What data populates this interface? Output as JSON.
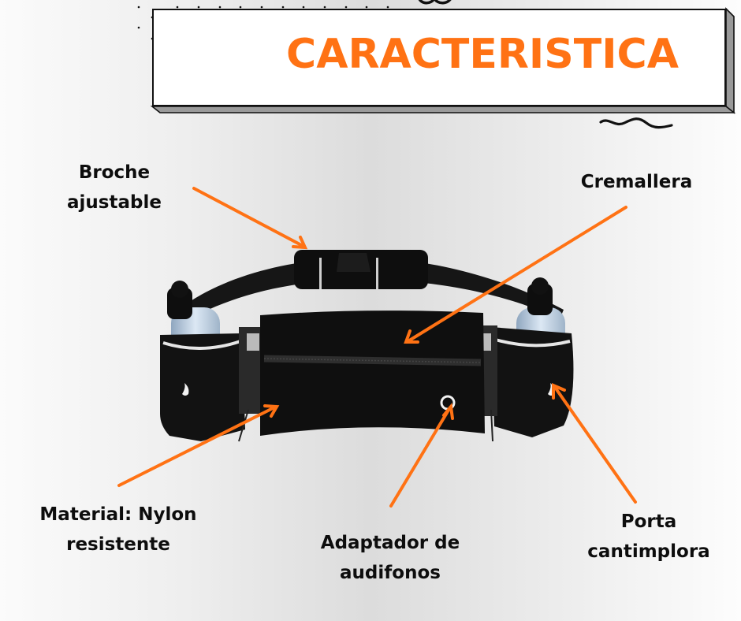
{
  "header": {
    "title": "CARACTERISTICA",
    "accent_color": "#ff7214",
    "decorations": [
      "dot-grid-icon",
      "wave-squiggle-icon",
      "loop-scribble-icon"
    ]
  },
  "product": {
    "name": "running-belt-with-bottles",
    "color": "#111111",
    "bottle_color": "#c9d9ea"
  },
  "features": [
    {
      "id": "broche",
      "line1": "Broche",
      "line2": "ajustable"
    },
    {
      "id": "cremallera",
      "line1": "Cremallera",
      "line2": ""
    },
    {
      "id": "material",
      "line1": "Material: Nylon",
      "line2": "resistente"
    },
    {
      "id": "adaptador",
      "line1": "Adaptador de",
      "line2": "audifonos"
    },
    {
      "id": "porta",
      "line1": "Porta",
      "line2": "cantimplora"
    }
  ],
  "colors": {
    "arrow": "#ff7214",
    "text": "#0d0d0d",
    "box_side": "#9a9a9a"
  }
}
